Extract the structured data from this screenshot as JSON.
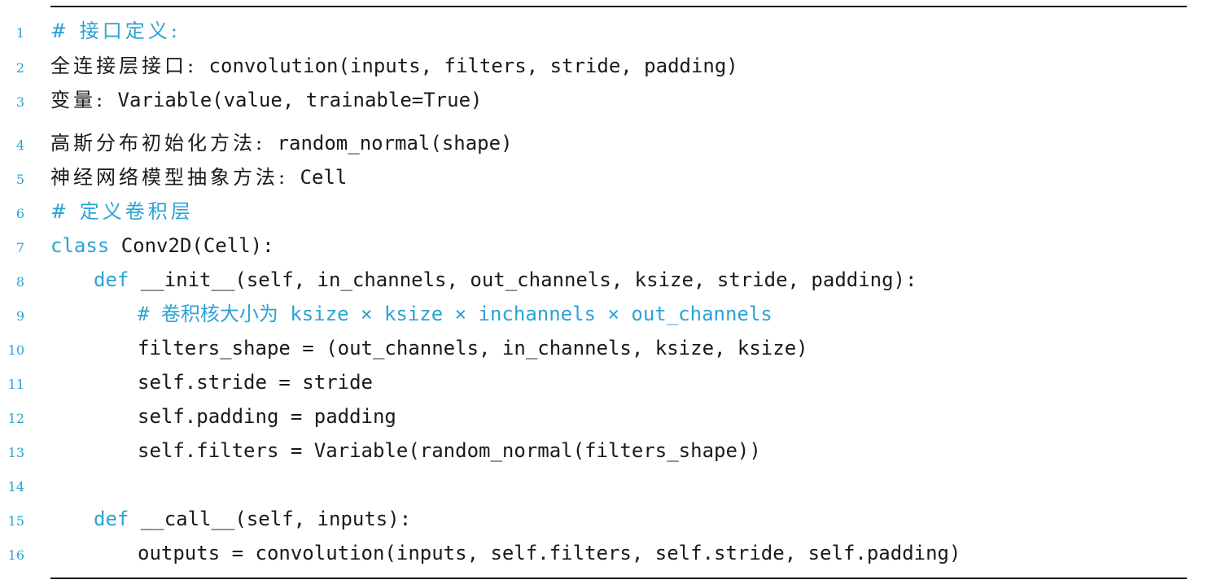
{
  "lines": [
    {
      "n": "1",
      "comment": "# 接口定义:"
    },
    {
      "n": "2",
      "zh": "全连接层接口:",
      "rest": " convolution(inputs, filters, stride, padding)"
    },
    {
      "n": "3",
      "zh": "变量:",
      "rest": " Variable(value, trainable=True)"
    },
    {
      "n": "4",
      "zh": "高斯分布初始化方法:",
      "rest": " random_normal(shape)"
    },
    {
      "n": "5",
      "zh": "神经网络模型抽象方法:",
      "rest": " Cell"
    },
    {
      "n": "6",
      "comment": "# 定义卷积层"
    },
    {
      "n": "7",
      "kw": "class",
      "rest": " Conv2D(Cell):"
    },
    {
      "n": "8",
      "kw": "def",
      "rest": " __init__(self, in_channels, out_channels, ksize, stride, padding):"
    },
    {
      "n": "9",
      "comment": "# 卷积核大小为 ksize × ksize × inchannels × out_channels"
    },
    {
      "n": "10",
      "rest": "filters_shape = (out_channels, in_channels, ksize, ksize)"
    },
    {
      "n": "11",
      "rest": "self.stride = stride"
    },
    {
      "n": "12",
      "rest": "self.padding = padding"
    },
    {
      "n": "13",
      "rest": "self.filters = Variable(random_normal(filters_shape))"
    },
    {
      "n": "14",
      "rest": ""
    },
    {
      "n": "15",
      "kw": "def",
      "rest": " __call__(self, inputs):"
    },
    {
      "n": "16",
      "rest": "outputs = convolution(inputs, self.filters, self.stride, self.padding)"
    }
  ]
}
